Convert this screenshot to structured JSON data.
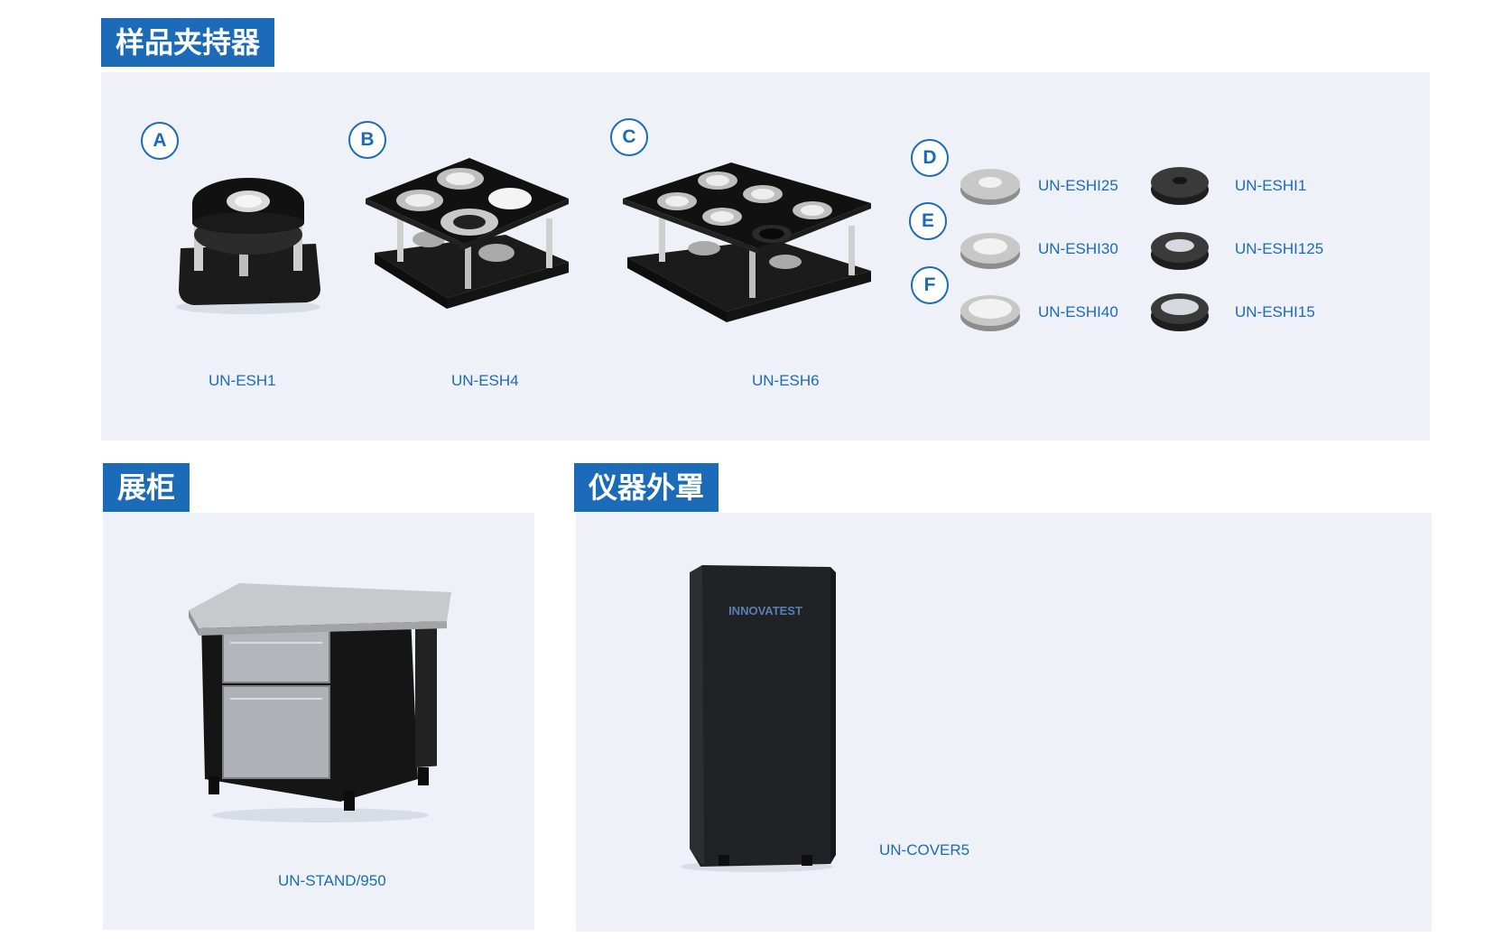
{
  "sections": {
    "holders": {
      "title": "样品夹持器"
    },
    "cabinet": {
      "title": "展柜"
    },
    "cover": {
      "title": "仪器外罩"
    }
  },
  "holders": {
    "a": {
      "badge": "A",
      "label": "UN-ESH1"
    },
    "b": {
      "badge": "B",
      "label": "UN-ESH4"
    },
    "c": {
      "badge": "C",
      "label": "UN-ESH6"
    }
  },
  "inserts": {
    "badges": [
      "D",
      "E",
      "F"
    ],
    "left": [
      "UN-ESHI25",
      "UN-ESHI30",
      "UN-ESHI40"
    ],
    "right": [
      "UN-ESHI1",
      "UN-ESHI125",
      "UN-ESHI15"
    ]
  },
  "cabinet": {
    "label": "UN-STAND/950"
  },
  "cover": {
    "label": "UN-COVER5",
    "brand": "INNOVATEST"
  },
  "colors": {
    "accent": "#1c6bb8",
    "panel": "#eef1f7"
  }
}
